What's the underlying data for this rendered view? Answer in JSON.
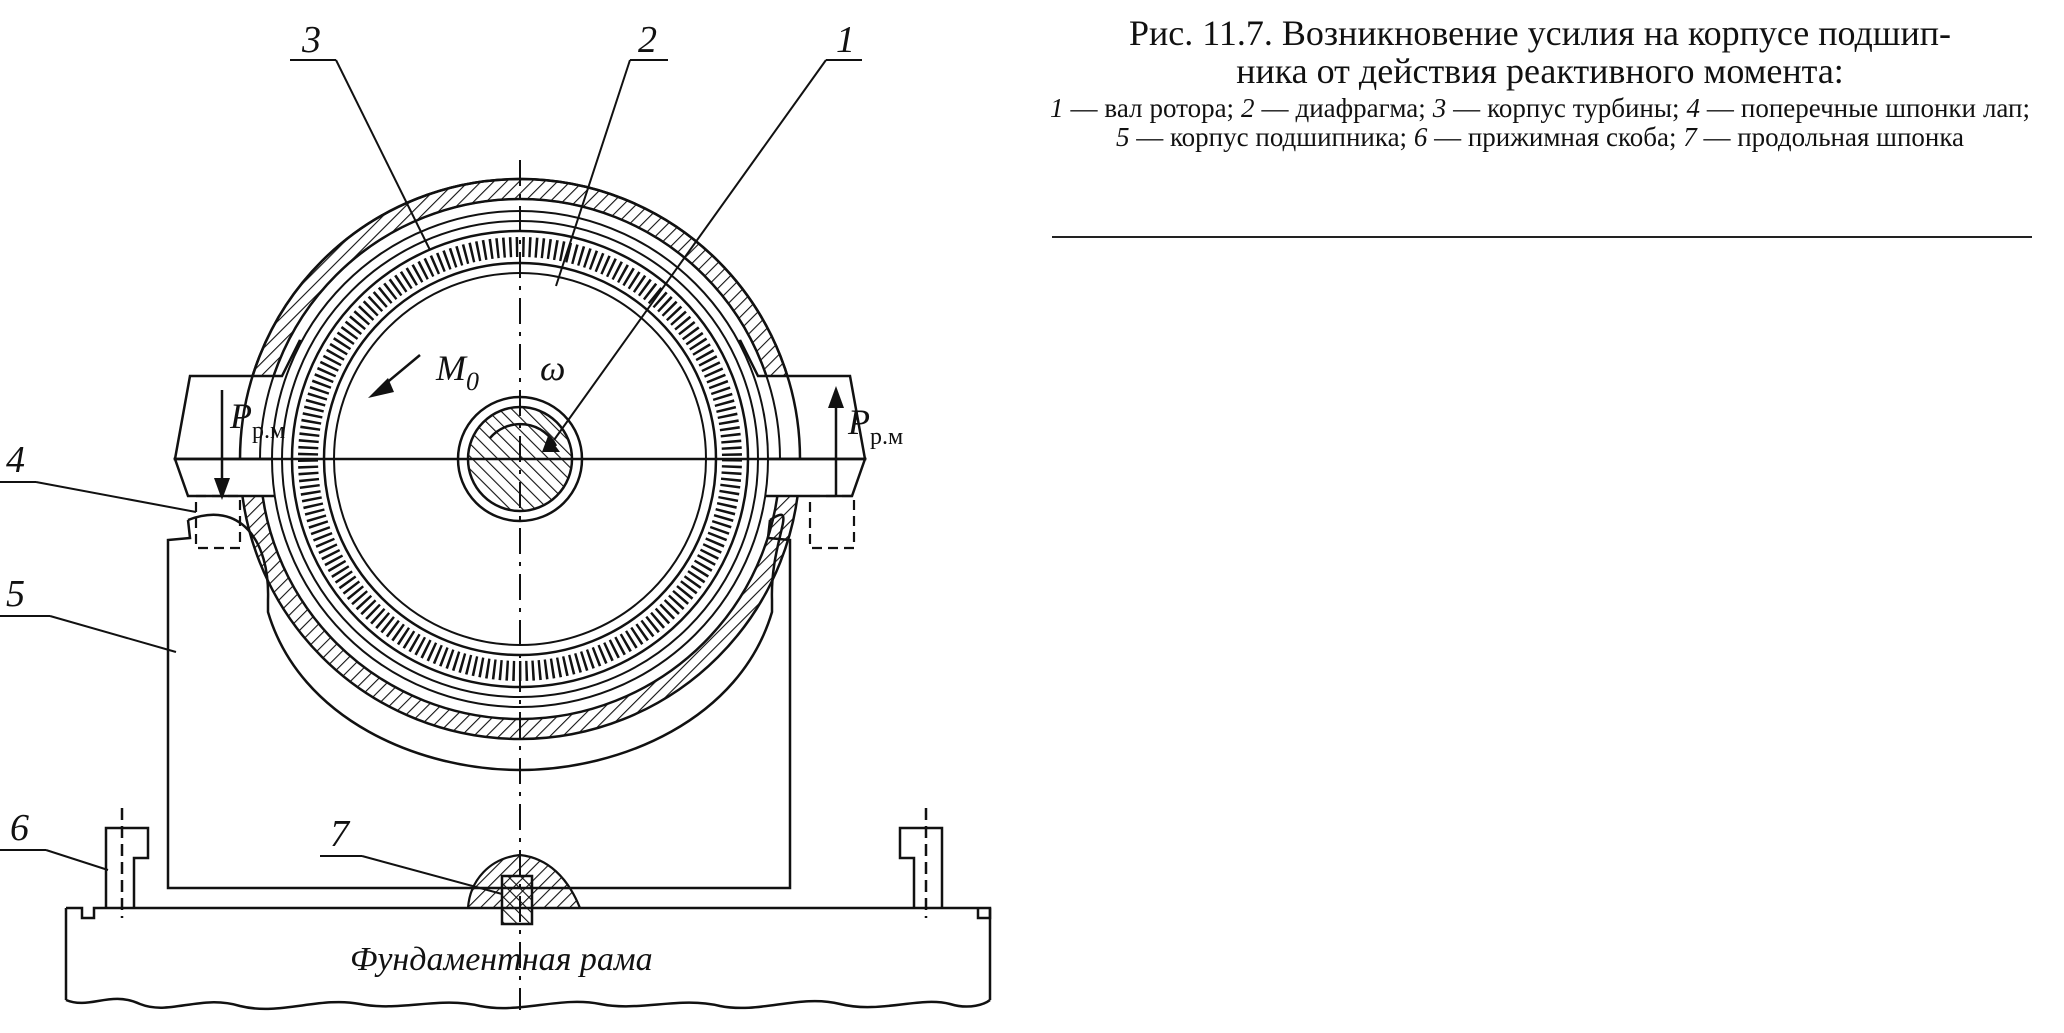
{
  "figure": {
    "callouts": [
      "1",
      "2",
      "3",
      "4",
      "5",
      "6",
      "7"
    ],
    "moment_label": "M",
    "moment_sub": "0",
    "omega_label": "ω",
    "force_left_main": "P",
    "force_left_sub": "р.м",
    "force_right_main": "P",
    "force_right_sub": "р.м",
    "frame_label": "Фундаментная рама"
  },
  "caption": {
    "title_line1": "Рис. 11.7. Возникновение усилия на корпусе подшип-",
    "title_line2": "ника от действия реактивного момента:",
    "legend": [
      {
        "num": "1",
        "text": " — вал ротора; "
      },
      {
        "num": "2",
        "text": " — диафрагма; "
      },
      {
        "num": "3",
        "text": " — корпус турбины; "
      },
      {
        "num": "4",
        "text": " — попе­речные шпонки лап; "
      },
      {
        "num": "5",
        "text": " — корпус подшипника; "
      },
      {
        "num": "6",
        "text": " — прижимная скоба; "
      },
      {
        "num": "7",
        "text": " — продольная шпонка"
      }
    ]
  },
  "colors": {
    "ink": "#111111",
    "paper": "#ffffff"
  }
}
